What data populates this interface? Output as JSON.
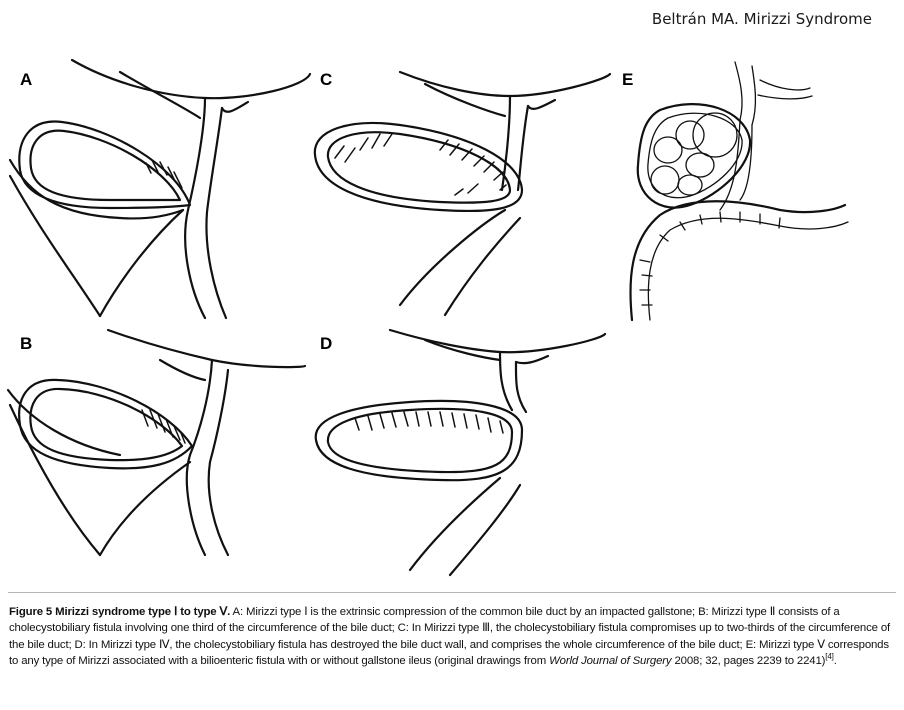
{
  "header": {
    "running_title": "Beltrán MA. Mirizzi Syndrome"
  },
  "panels": [
    {
      "label": "A",
      "icon": "mirizzi-type-i-drawing"
    },
    {
      "label": "B",
      "icon": "mirizzi-type-ii-drawing"
    },
    {
      "label": "C",
      "icon": "mirizzi-type-iii-drawing"
    },
    {
      "label": "D",
      "icon": "mirizzi-type-iv-drawing"
    },
    {
      "label": "E",
      "icon": "mirizzi-type-v-drawing"
    }
  ],
  "caption": {
    "title": "Figure 5  Mirizzi syndrome type Ⅰ to type Ⅴ.",
    "text_1": " A: Mirizzi type Ⅰ is the extrinsic compression of the common bile duct by an impacted gallstone; B: Mirizzi type Ⅱ consists of a cholecystobiliary fistula involving one third of the circumference of the bile duct; C: In Mirizzi type Ⅲ, the cholecystobiliary fistula compromises up to two-thirds of the circumference of the bile duct; D: In Mirizzi type Ⅳ, the cholecystobiliary fistula has destroyed the bile duct wall, and comprises the whole circumference of the bile duct; E: Mirizzi type Ⅴ corresponds to any type of Mirizzi associated with a bilioenteric fistula with or without gallstone ileus (original drawings from ",
    "journal": "World Journal of Surgery",
    "text_2": " 2008; 32, pages 2239 to 2241)",
    "ref": "[4]",
    "end": "."
  }
}
